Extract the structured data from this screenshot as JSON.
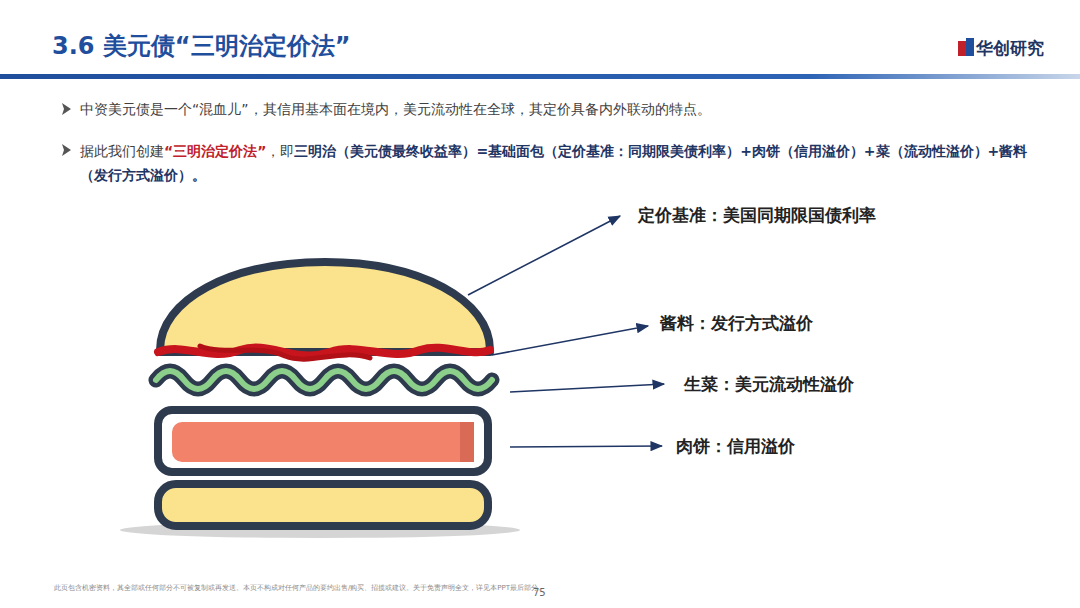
{
  "diagram": {
    "title": "3.6 美元债“三明治定价法”",
    "labels": [
      "华创研究",
      "中资美元债是一个“混血儿”，其信用基本面在境内，美元流动性在全球，其定价具备内外联动的特点。",
      "据此我们创建",
      "“三明治定价法”",
      "，即",
      "三明治（美元债最终收益率）=基础面包（定价基准：同期限美债利率）+肉饼（信用溢价）+菜（流动性溢价）+酱料（发行方式溢价）。",
      "定价基准：美国同期限国债利率",
      "酱料：发行方式溢价",
      "生菜：美元流动性溢价",
      "肉饼：信用溢价",
      "此页包含机密资料，其全部或任何部分不可被复制或再发送。本页不构成对任何产品的要约出售/购买、招揽或建议。关于免责声明全文，详见本PPT最后部分。",
      "75"
    ]
  }
}
